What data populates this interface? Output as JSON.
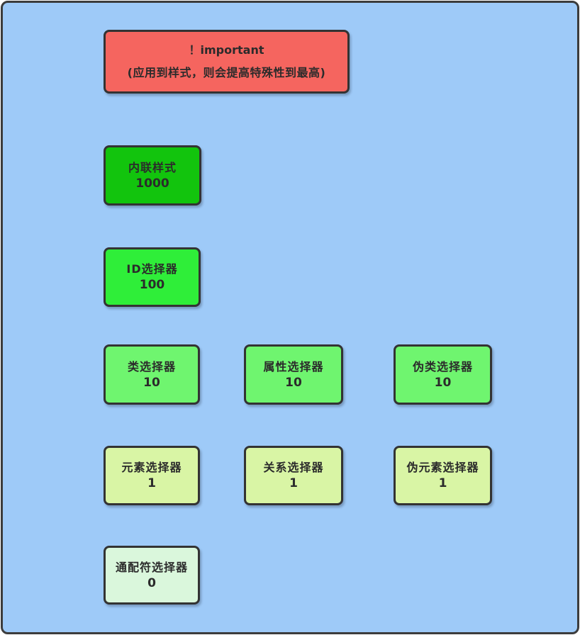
{
  "diagram": {
    "title_semantic": "CSS specificity priority diagram",
    "colors": {
      "canvas_bg": "#9ecaf8",
      "frame_border": "#3c3c3c",
      "box_border": "#333333",
      "text": "#2b2b2b"
    },
    "important": {
      "title": "！important",
      "note": "(应用到样式，则会提高特殊性到最高)",
      "color": "#f5655f"
    },
    "boxes": [
      {
        "label": "内联样式",
        "value": "1000",
        "color": "#12c40d"
      },
      {
        "label": "ID选择器",
        "value": "100",
        "color": "#2fee39"
      },
      {
        "label": "类选择器",
        "value": "10",
        "color": "#6ff56f"
      },
      {
        "label": "属性选择器",
        "value": "10",
        "color": "#6ff56f"
      },
      {
        "label": "伪类选择器",
        "value": "10",
        "color": "#6ff56f"
      },
      {
        "label": "元素选择器",
        "value": "1",
        "color": "#d9f5a5"
      },
      {
        "label": "关系选择器",
        "value": "1",
        "color": "#d9f5a5"
      },
      {
        "label": "伪元素选择器",
        "value": "1",
        "color": "#d9f5a5"
      },
      {
        "label": "通配符选择器",
        "value": "0",
        "color": "#daf7dc"
      }
    ]
  }
}
